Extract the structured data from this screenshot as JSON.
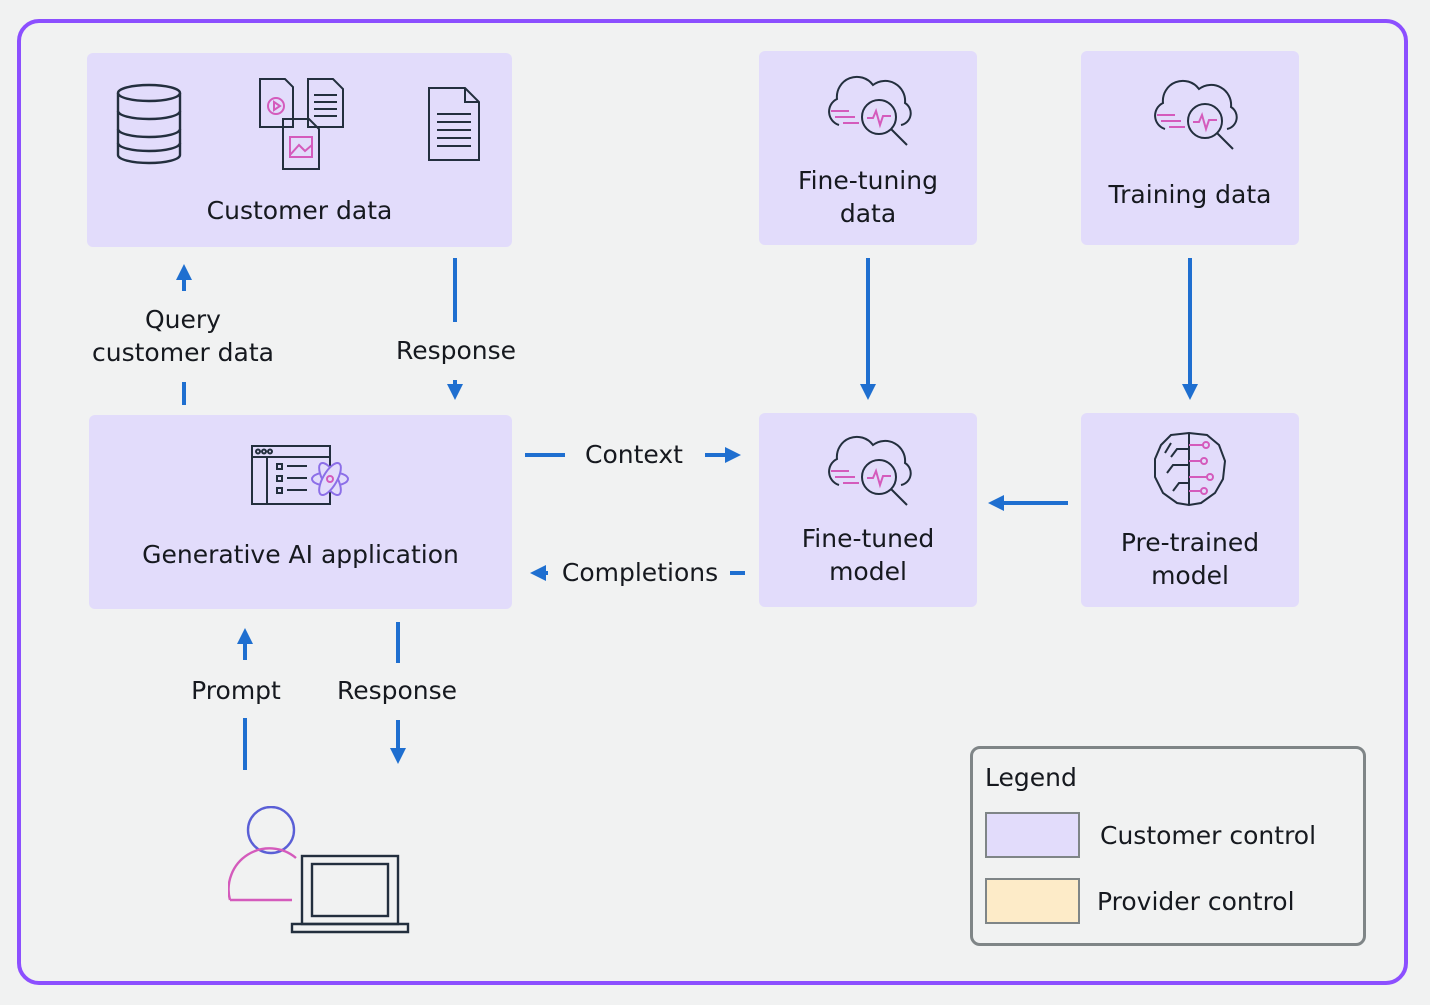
{
  "boxes": {
    "customer_data": "Customer data",
    "fine_tuning_data": "Fine-tuning data",
    "training_data": "Training data",
    "gen_ai_app": "Generative AI application",
    "fine_tuned_model": "Fine-tuned model",
    "pre_trained_model": "Pre-trained model"
  },
  "flows": {
    "query_customer_data": "Query customer data",
    "response_top": "Response",
    "context": "Context",
    "completions": "Completions",
    "prompt": "Prompt",
    "response_bottom": "Response"
  },
  "legend": {
    "title": "Legend",
    "items": [
      {
        "label": "Customer control",
        "color": "#e2dcfb"
      },
      {
        "label": "Provider control",
        "color": "#fdebc8"
      }
    ]
  },
  "colors": {
    "frame": "#8c4fff",
    "box_fill": "#e2dcfb",
    "arrow": "#1f6fd0",
    "icon_stroke": "#232f3e",
    "icon_accent": "#d45bbc",
    "background": "#f1f2f2"
  },
  "icons": [
    "database-icon",
    "documents-icon",
    "document-icon",
    "cloud-analytics-icon",
    "app-window-icon",
    "brain-circuit-icon",
    "user-laptop-icon"
  ]
}
